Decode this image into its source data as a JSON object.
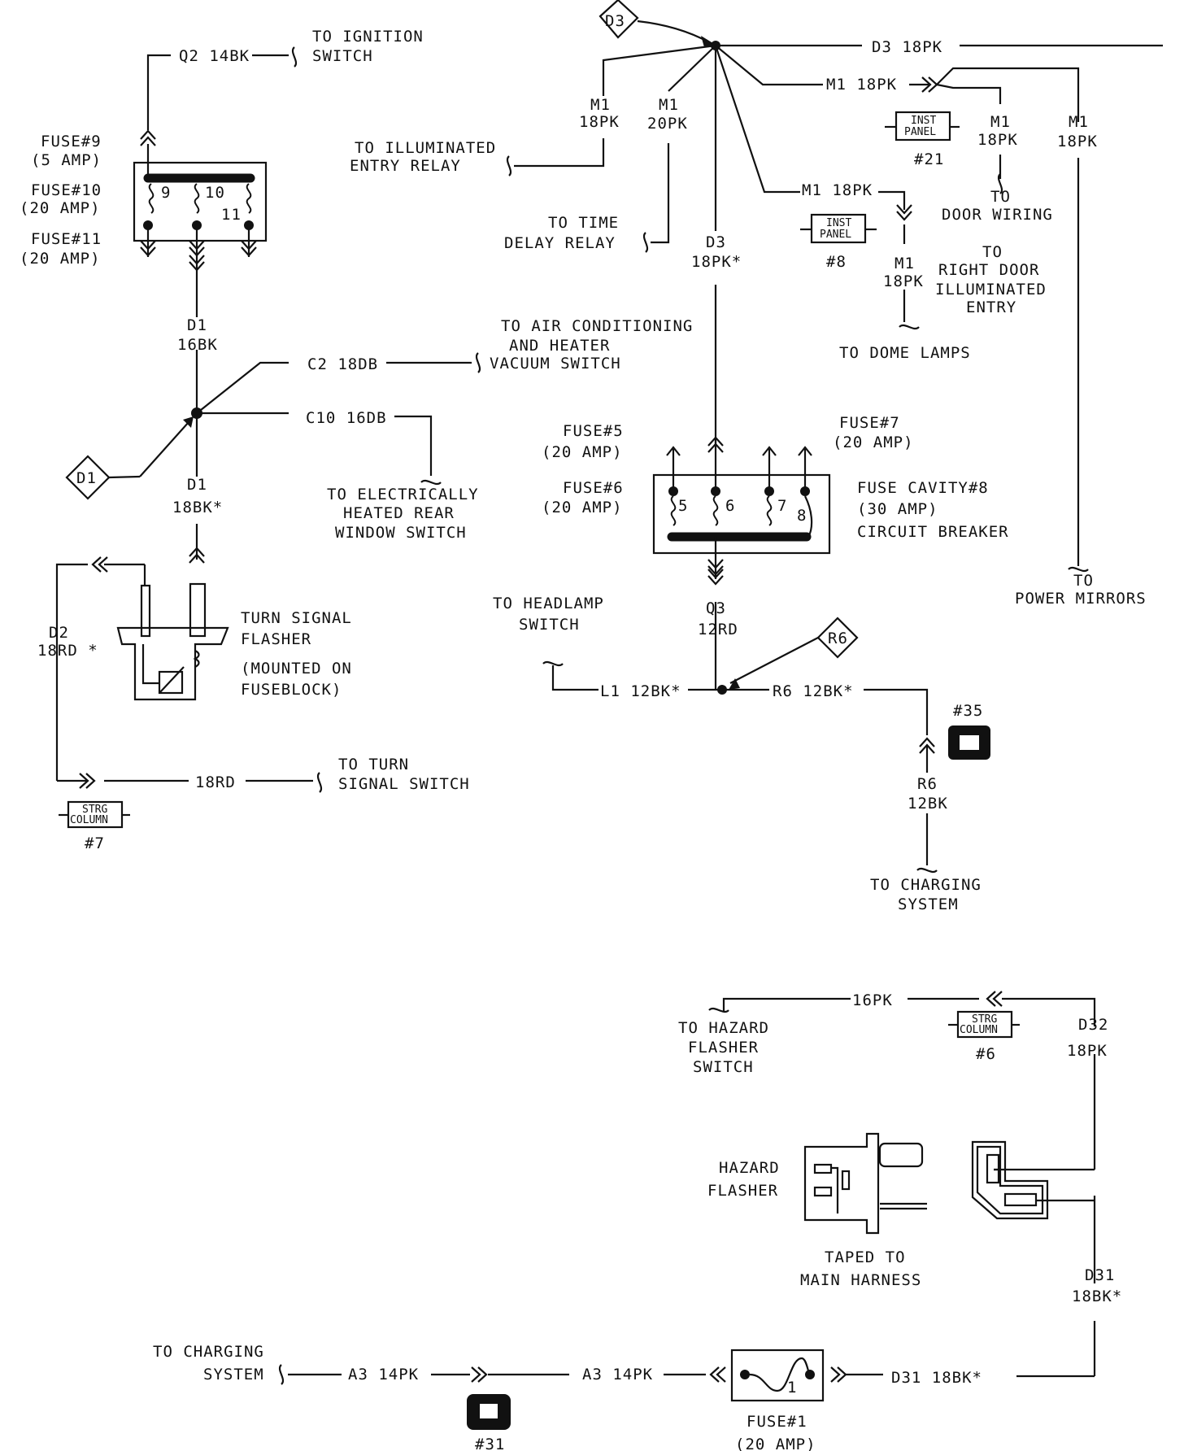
{
  "wires": {
    "q2": "Q2 14BK",
    "d3_top": "D3 18PK",
    "m1_top": "M1 18PK",
    "m1_a1": "M1",
    "m1_a2": "18PK",
    "m1_b1": "M1",
    "m1_b2": "20PK",
    "m1_c1": "M1",
    "m1_c2": "18PK",
    "m1_d1": "M1",
    "m1_d2": "18PK",
    "m1_mid": "M1 18PK",
    "m1_e1": "M1",
    "m1_e2": "18PK",
    "d3_mid1": "D3",
    "d3_mid2": "18PK*",
    "d1_a1": "D1",
    "d1_a2": "16BK",
    "c2": "C2 18DB",
    "c10": "C10 16DB",
    "d1_b1": "D1",
    "d1_b2": "18BK*",
    "d2_1": "D2",
    "d2_2": "18RD *",
    "rd18": "18RD",
    "q3_1": "Q3",
    "q3_2": "12RD",
    "l1": "L1 12BK*",
    "r6": "R6 12BK*",
    "r6b_1": "R6",
    "r6b_2": "12BK",
    "pk16": "16PK",
    "d32_1": "D32",
    "d32_2": "18PK",
    "d31_1": "D31",
    "d31_2": "18BK*",
    "a3_left": "A3 14PK",
    "a3_right": "A3 14PK",
    "d31_bottom": "D31 18BK*"
  },
  "labels": {
    "ignition_1": "TO IGNITION",
    "ignition_2": "SWITCH",
    "fuse9_1": "FUSE#9",
    "fuse9_2": "(5 AMP)",
    "fuse10_1": "FUSE#10",
    "fuse10_2": "(20 AMP)",
    "fuse11_1": "FUSE#11",
    "fuse11_2": "(20 AMP)",
    "illum_1": "TO ILLUMINATED",
    "illum_2": "ENTRY RELAY",
    "time_1": "TO TIME",
    "time_2": "DELAY RELAY",
    "door_1": "TO",
    "door_2": "DOOR WIRING",
    "right_1": "TO",
    "right_2": "RIGHT DOOR",
    "right_3": "ILLUMINATED",
    "right_4": "ENTRY",
    "dome": "TO DOME LAMPS",
    "ac_1": "TO AIR CONDITIONING",
    "ac_2": "AND HEATER",
    "ac_3": "VACUUM SWITCH",
    "heated_1": "TO ELECTRICALLY",
    "heated_2": "HEATED REAR",
    "heated_3": "WINDOW SWITCH",
    "fuse5_1": "FUSE#5",
    "fuse5_2": "(20 AMP)",
    "fuse6_1": "FUSE#6",
    "fuse6_2": "(20 AMP)",
    "fuse7_1": "FUSE#7",
    "fuse7_2": "(20 AMP)",
    "cav8_1": "FUSE CAVITY#8",
    "cav8_2": "(30 AMP)",
    "cav8_3": "CIRCUIT BREAKER",
    "mirrors_1": "TO",
    "mirrors_2": "POWER MIRRORS",
    "tsf_1": "TURN SIGNAL",
    "tsf_2": "FLASHER",
    "tsf_3": "(MOUNTED ON",
    "tsf_4": "FUSEBLOCK)",
    "headlamp_1": "TO HEADLAMP",
    "headlamp_2": "SWITCH",
    "tsw_1": "TO TURN",
    "tsw_2": "SIGNAL SWITCH",
    "charge1_1": "TO CHARGING",
    "charge1_2": "SYSTEM",
    "hazsw_1": "TO HAZARD",
    "hazsw_2": "FLASHER",
    "hazsw_3": "SWITCH",
    "hazfl_1": "HAZARD",
    "hazfl_2": "FLASHER",
    "taped_1": "TAPED TO",
    "taped_2": "MAIN HARNESS",
    "charge2_1": "TO CHARGING",
    "charge2_2": "SYSTEM",
    "fuse1_1": "FUSE#1",
    "fuse1_2": "(20 AMP)",
    "n35": "#35",
    "n31": "#31"
  },
  "connectors": {
    "inst_label_1": "INST",
    "inst_label_2": "PANEL",
    "inst21": "#21",
    "inst8": "#8",
    "strg_label_1": "STRG",
    "strg_label_2": "COLUMN",
    "strg7": "#7",
    "strg6": "#6"
  },
  "splices": {
    "d3": "D3",
    "d1": "D1",
    "r6": "R6"
  },
  "fuse_numbers": {
    "f9": "9",
    "f10": "10",
    "f11": "11",
    "f5": "5",
    "f6": "6",
    "f7": "7",
    "f8": "8",
    "f1": "1"
  }
}
